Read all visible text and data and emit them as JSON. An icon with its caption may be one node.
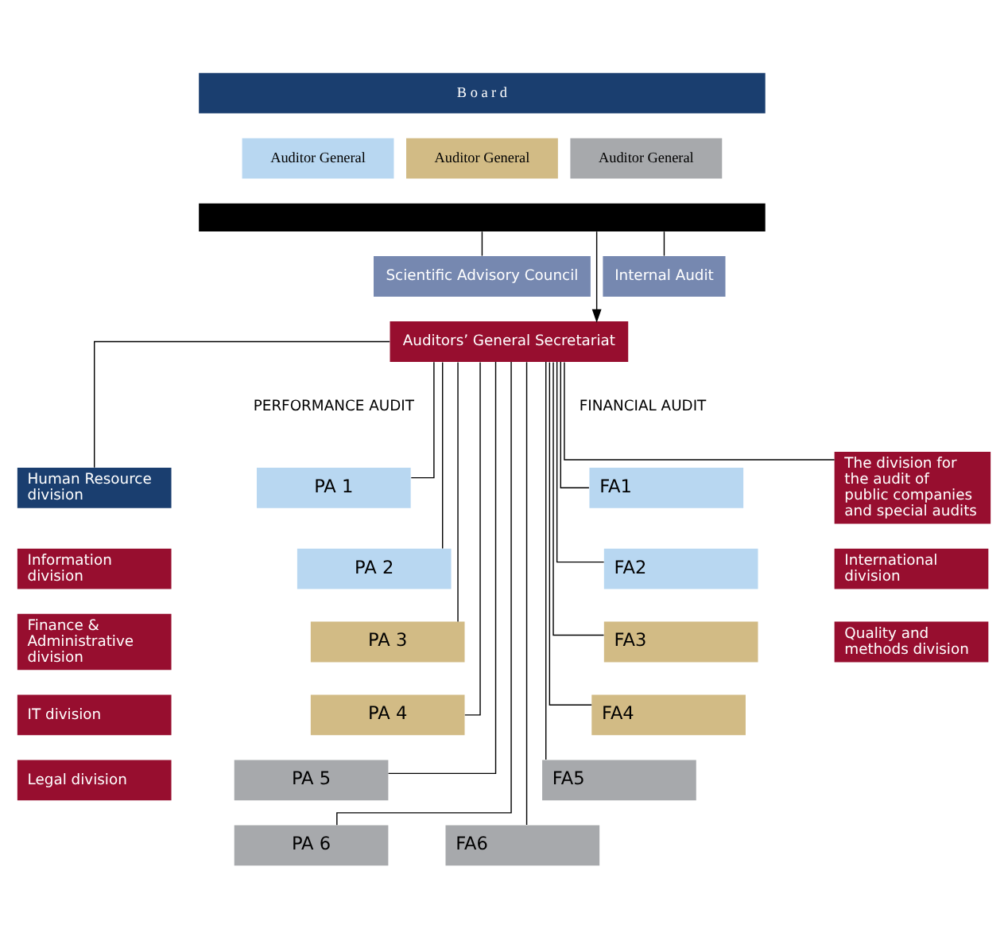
{
  "diagram": {
    "nodes": [
      {
        "text": [
          "B o a r d"
        ]
      },
      {
        "text": [
          "Auditor General"
        ]
      },
      {
        "text": [
          "Auditor General"
        ]
      },
      {
        "text": [
          "Auditor General"
        ]
      },
      {
        "text": [],
        "shape": "bar"
      },
      {
        "text": [
          "Internal Audit"
        ]
      },
      {
        "text": [
          "Scientific Advisory Council"
        ]
      },
      {
        "text": [
          "Auditors’ General Secretariat"
        ]
      },
      {
        "text": [
          "Human Resource division"
        ]
      },
      {
        "text": [
          "Information division"
        ]
      },
      {
        "text": [
          "Finance & Administrative division"
        ]
      },
      {
        "text": [
          "IT division"
        ]
      },
      {
        "text": [
          "Legal division"
        ]
      },
      {
        "text": [
          "PA 1"
        ]
      },
      {
        "text": [
          "PA 2"
        ]
      },
      {
        "text": [
          "PA 3"
        ]
      },
      {
        "text": [
          "PA 4"
        ]
      },
      {
        "text": [
          "PA 5"
        ]
      },
      {
        "text": [
          "PA 6"
        ]
      },
      {
        "text": [
          "FA1"
        ]
      },
      {
        "text": [
          "FA2"
        ]
      },
      {
        "text": [
          "FA3"
        ]
      },
      {
        "text": [
          "FA4"
        ]
      },
      {
        "text": [
          "FA5"
        ]
      },
      {
        "text": [
          "FA6"
        ]
      },
      {
        "text": [
          "The division for the audit of public companies and special audits"
        ]
      },
      {
        "text": [
          "International division"
        ]
      },
      {
        "text": [
          "Quality and methods division"
        ]
      }
    ],
    "edges": [
      {
        "from": 4,
        "to": 5,
        "arrow": "none"
      },
      {
        "from": 4,
        "to": 6,
        "arrow": "none"
      },
      {
        "from": 4,
        "to": 7,
        "arrow": "to"
      },
      {
        "from": 7,
        "to": 8,
        "arrow": "none"
      },
      {
        "from": 7,
        "to": 25,
        "arrow": "none"
      },
      {
        "from": 7,
        "to": 13,
        "arrow": "none"
      },
      {
        "from": 7,
        "to": 19,
        "arrow": "none"
      },
      {
        "from": 7,
        "to": 14,
        "arrow": "none"
      },
      {
        "from": 7,
        "to": 20,
        "arrow": "none"
      },
      {
        "from": 7,
        "to": 15,
        "arrow": "none"
      },
      {
        "from": 7,
        "to": 21,
        "arrow": "none"
      },
      {
        "from": 7,
        "to": 16,
        "arrow": "none"
      },
      {
        "from": 7,
        "to": 22,
        "arrow": "none"
      },
      {
        "from": 7,
        "to": 17,
        "arrow": "none"
      },
      {
        "from": 7,
        "to": 23,
        "arrow": "none"
      },
      {
        "from": 7,
        "to": 18,
        "arrow": "none"
      },
      {
        "from": 7,
        "to": 24,
        "arrow": "none"
      }
    ],
    "labels": [
      "PERFORMANCE AUDIT",
      "FINANCIAL AUDIT"
    ]
  }
}
